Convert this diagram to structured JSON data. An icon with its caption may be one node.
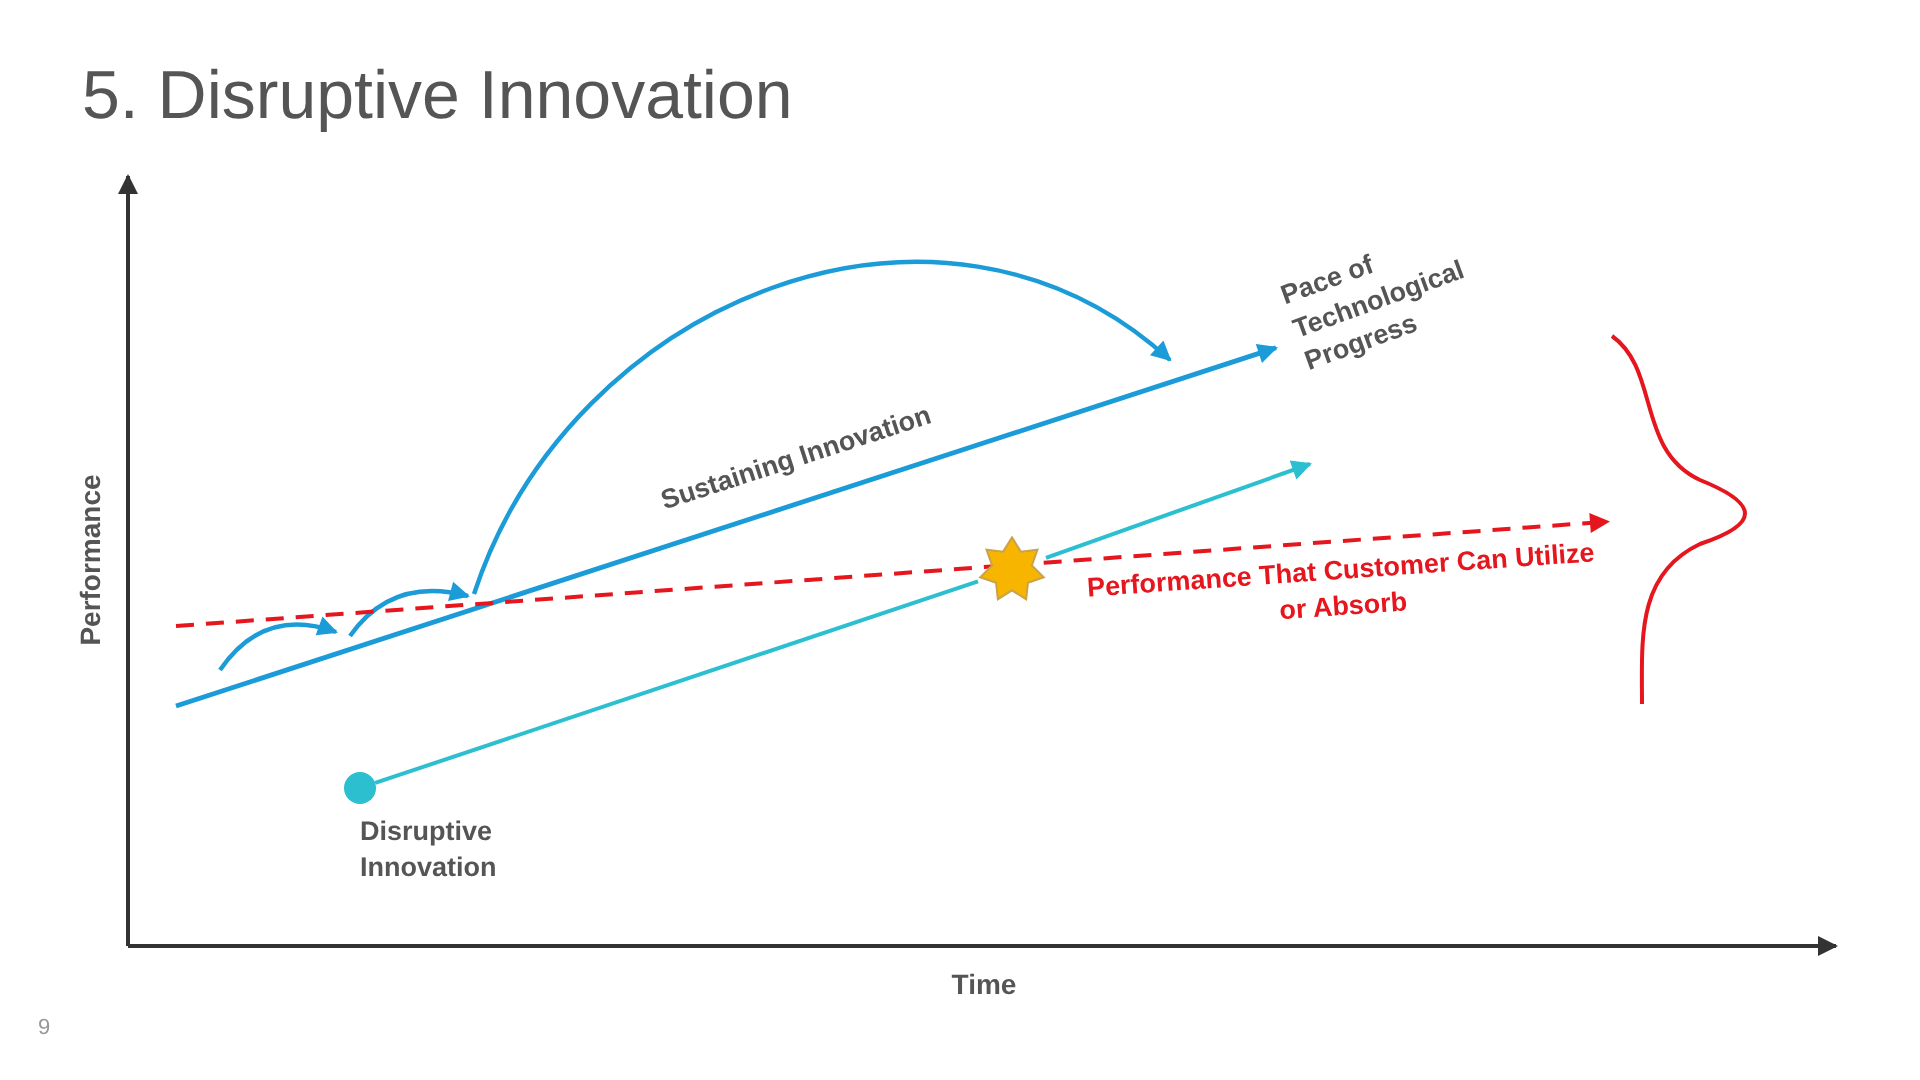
{
  "diagram": {
    "title": "5. Disruptive Innovation",
    "nodes": [
      {
        "text": [
          "Pace of Technological Progress"
        ]
      },
      {
        "text": [],
        "shape": "circle",
        "beside": [
          "Disruptive Innovation"
        ]
      },
      {
        "text": [],
        "shape": "star"
      },
      {
        "text": [],
        "shape": "curve"
      }
    ],
    "edges": [
      {
        "from": null,
        "to": 0,
        "arrow": "to",
        "label": "Sustaining Innovation"
      },
      {
        "from": 1,
        "to": 2,
        "arrow": "none",
        "color": "#2bbfcf"
      },
      {
        "from": 2,
        "to": null,
        "arrow": "to",
        "color": "#2bbfcf"
      },
      {
        "from": null,
        "to": 3,
        "arrow": "to",
        "label": "Performance That Customer Can Utilize or Absorb",
        "style": "dashed",
        "color": "#e5161d"
      }
    ],
    "labels": [
      "Performance",
      "Time",
      "9"
    ]
  }
}
